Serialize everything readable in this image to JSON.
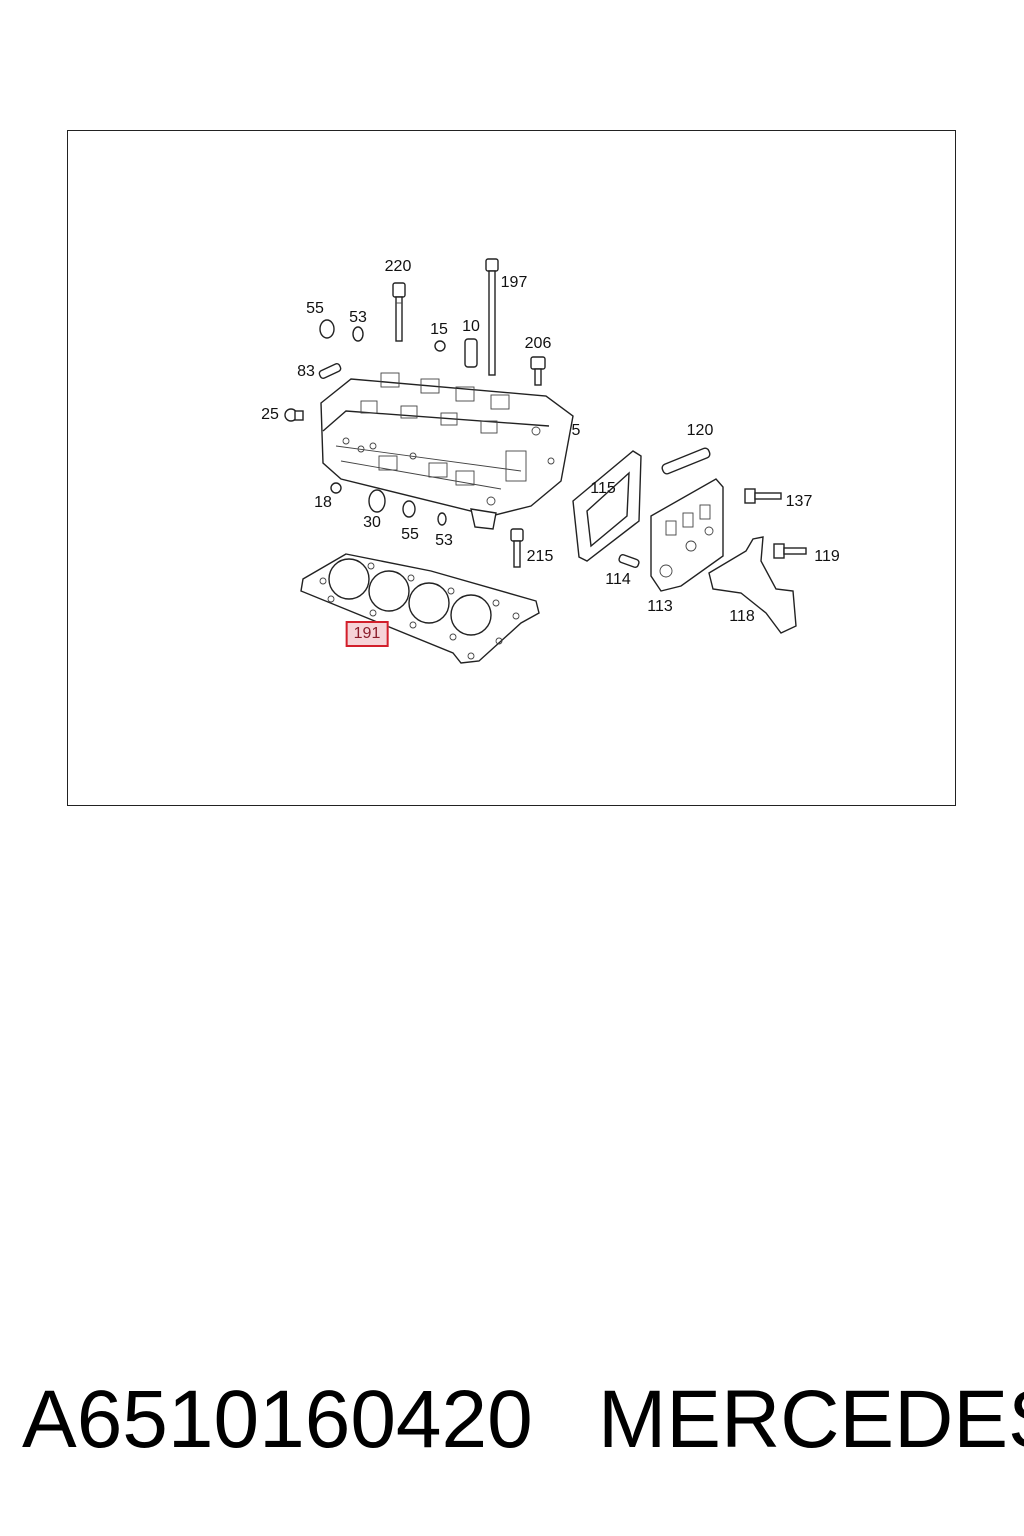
{
  "diagram": {
    "callouts": [
      {
        "id": "c220",
        "text": "220"
      },
      {
        "id": "c197",
        "text": "197"
      },
      {
        "id": "c55a",
        "text": "55"
      },
      {
        "id": "c53a",
        "text": "53"
      },
      {
        "id": "c15",
        "text": "15"
      },
      {
        "id": "c10",
        "text": "10"
      },
      {
        "id": "c206",
        "text": "206"
      },
      {
        "id": "c83",
        "text": "83"
      },
      {
        "id": "c25",
        "text": "25"
      },
      {
        "id": "c5",
        "text": "5"
      },
      {
        "id": "c120",
        "text": "120"
      },
      {
        "id": "c115",
        "text": "115"
      },
      {
        "id": "c137",
        "text": "137"
      },
      {
        "id": "c18",
        "text": "18"
      },
      {
        "id": "c30",
        "text": "30"
      },
      {
        "id": "c55b",
        "text": "55"
      },
      {
        "id": "c53b",
        "text": "53"
      },
      {
        "id": "c215",
        "text": "215"
      },
      {
        "id": "c114",
        "text": "114"
      },
      {
        "id": "c119",
        "text": "119"
      },
      {
        "id": "c113",
        "text": "113"
      },
      {
        "id": "c118",
        "text": "118"
      },
      {
        "id": "c191",
        "text": "191",
        "highlighted": true
      }
    ],
    "highlight_color": "#d21f2b"
  },
  "caption": {
    "part_number": "A6510160420",
    "brand": "MERCEDES"
  }
}
